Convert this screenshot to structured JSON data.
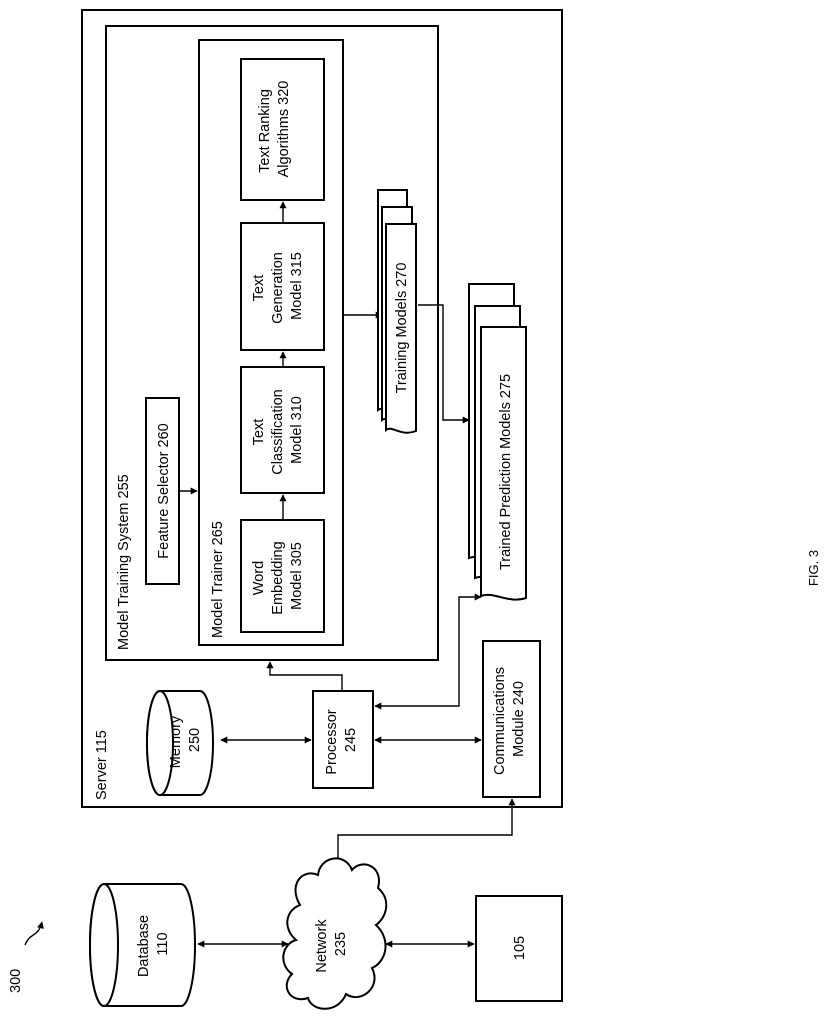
{
  "figure": {
    "ref_label": "300",
    "fig_label": "FIG. 3"
  },
  "server": {
    "label": "Server 115"
  },
  "model_training_system": {
    "label": "Model Training System 255"
  },
  "feature_selector": {
    "label": "Feature Selector 260"
  },
  "model_trainer": {
    "label": "Model Trainer 265"
  },
  "word_embedding": {
    "lines": [
      "Word",
      "Embedding",
      "Model  305"
    ]
  },
  "text_classification": {
    "lines": [
      "Text",
      "Classification",
      "Model 310"
    ]
  },
  "text_generation": {
    "lines": [
      "Text",
      "Generation",
      "Model 315"
    ]
  },
  "text_ranking": {
    "lines": [
      "Text Ranking",
      "Algorithms 320"
    ]
  },
  "training_models": {
    "label": "Training Models 270"
  },
  "trained_prediction_models": {
    "label": "Trained Prediction Models 275"
  },
  "memory": {
    "lines": [
      "Memory",
      "250"
    ]
  },
  "processor": {
    "lines": [
      "Processor",
      "245"
    ]
  },
  "communications_module": {
    "lines": [
      "Communications",
      "Module 240"
    ]
  },
  "database": {
    "lines": [
      "Database",
      "110"
    ]
  },
  "network": {
    "lines": [
      "Network",
      "235"
    ]
  },
  "client_device": {
    "label": "105"
  }
}
